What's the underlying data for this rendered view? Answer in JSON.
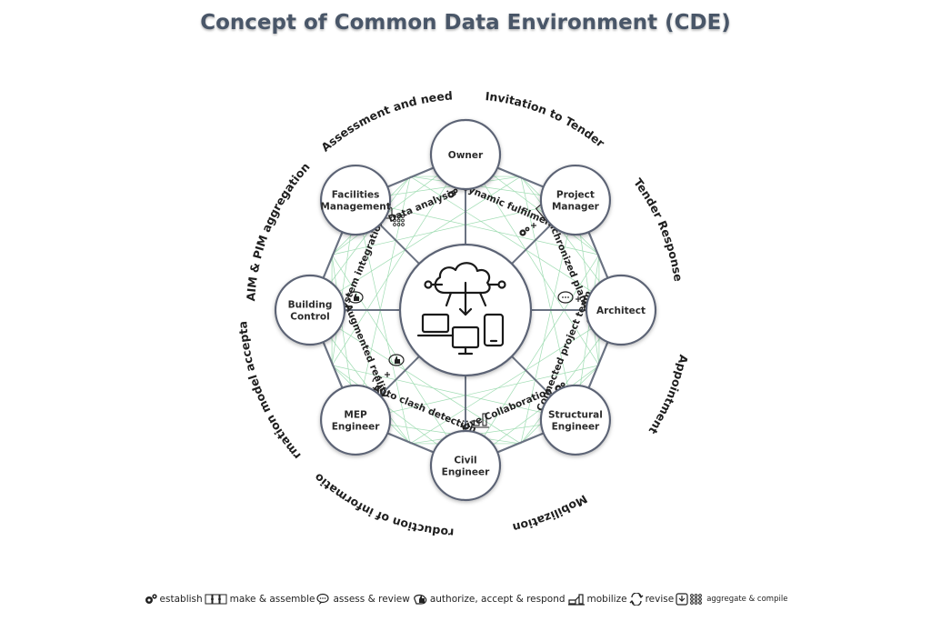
{
  "title": "Concept of Common Data Environment (CDE)",
  "nodes": [
    {
      "id": "owner",
      "label": [
        "Owner"
      ]
    },
    {
      "id": "project-manager",
      "label": [
        "Project",
        "Manager"
      ]
    },
    {
      "id": "architect",
      "label": [
        "Architect"
      ]
    },
    {
      "id": "structural-engineer",
      "label": [
        "Structural",
        "Engineer"
      ]
    },
    {
      "id": "civil-engineer",
      "label": [
        "Civil",
        "Engineer"
      ]
    },
    {
      "id": "mep-engineer",
      "label": [
        "MEP",
        "Engineer"
      ]
    },
    {
      "id": "building-control",
      "label": [
        "Building",
        "Control"
      ]
    },
    {
      "id": "facilities-management",
      "label": [
        "Facilities",
        "Management"
      ]
    }
  ],
  "phases": [
    "Invitation to Tender",
    "Tender Response",
    "Appointment",
    "Mobilization",
    "Production of information",
    "Information model acceptance",
    "AIM & PIM aggregation",
    "Assessment and need"
  ],
  "spokes": [
    "Dynamic fulfilment",
    "Synchronized planning",
    "Connected project team",
    "Live Collaboration",
    "Auto clash detection",
    "Augmented reality",
    "System integration",
    "Data analysis"
  ],
  "center_icon": "cloud-devices-icon",
  "legend": [
    {
      "icon": "gears-icon",
      "label": "establish"
    },
    {
      "icon": "puzzle-icon",
      "label": "make  & assemble"
    },
    {
      "icon": "speech-bubbles-icon",
      "label": "assess & review"
    },
    {
      "icon": "thumbs-up-icon",
      "label": "authorize, accept & respond"
    },
    {
      "icon": "mobilize-icon",
      "label": "mobilize"
    },
    {
      "icon": "revise-icon",
      "label": "revise"
    },
    {
      "icon": "aggregate-icon",
      "label": "aggregate & compile"
    }
  ],
  "colors": {
    "title": "#4a5668",
    "node_stroke": "#5c6474",
    "octagon": "#6a7282",
    "mesh": "#9fdcb2"
  }
}
